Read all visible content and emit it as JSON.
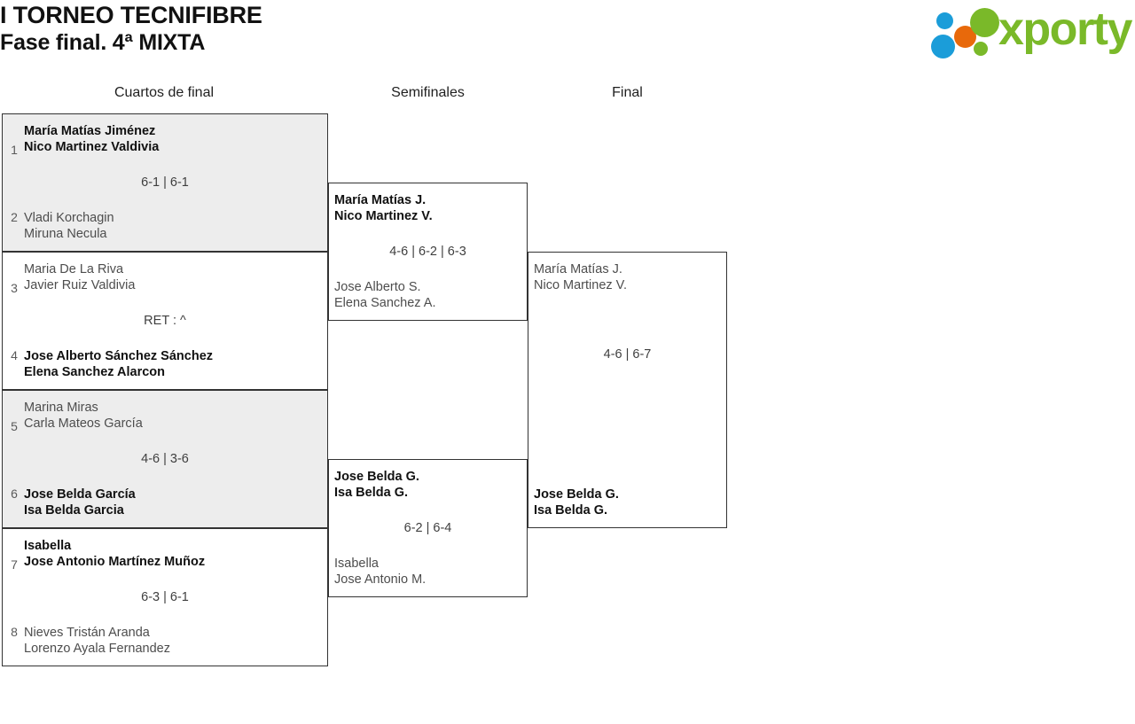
{
  "header": {
    "title_line1": "I TORNEO TECNIFIBRE",
    "title_line2": "Fase final. 4ª MIXTA",
    "logo": {
      "wordmark": "xporty",
      "icon_name": "xporty-dots-logo",
      "colors": {
        "green": "#7ab929",
        "blue": "#1b9dd9",
        "orange": "#e8690b"
      }
    }
  },
  "rounds": [
    {
      "label": "Cuartos de final"
    },
    {
      "label": "Semifinales"
    },
    {
      "label": "Final"
    }
  ],
  "bracket": {
    "quarterfinals": [
      {
        "shaded": true,
        "score": "6-1 | 6-1",
        "top": {
          "seed": "1",
          "winner": true,
          "p1": "María Matías Jiménez",
          "p2": "Nico Martinez Valdivia"
        },
        "bottom": {
          "seed": "2",
          "winner": false,
          "p1": "Vladi Korchagin",
          "p2": "Miruna Necula"
        }
      },
      {
        "shaded": false,
        "score": "RET : ^",
        "top": {
          "seed": "3",
          "winner": false,
          "p1": "Maria De La Riva",
          "p2": "Javier Ruiz Valdivia"
        },
        "bottom": {
          "seed": "4",
          "winner": true,
          "p1": "Jose Alberto Sánchez Sánchez",
          "p2": "Elena Sanchez Alarcon"
        }
      },
      {
        "shaded": true,
        "score": "4-6 | 3-6",
        "top": {
          "seed": "5",
          "winner": false,
          "p1": "Marina Miras",
          "p2": "Carla Mateos García"
        },
        "bottom": {
          "seed": "6",
          "winner": true,
          "p1": "Jose Belda García",
          "p2": "Isa Belda Garcia"
        }
      },
      {
        "shaded": false,
        "score": "6-3 | 6-1",
        "top": {
          "seed": "7",
          "winner": true,
          "p1": "Isabella",
          "p2": "Jose Antonio Martínez Muñoz"
        },
        "bottom": {
          "seed": "8",
          "winner": false,
          "p1": "Nieves Tristán Aranda",
          "p2": "Lorenzo Ayala Fernandez"
        }
      }
    ],
    "semifinals": [
      {
        "score": "4-6 | 6-2 | 6-3",
        "top": {
          "winner": true,
          "p1": "María Matías J.",
          "p2": "Nico Martinez V."
        },
        "bottom": {
          "winner": false,
          "p1": "Jose Alberto S.",
          "p2": "Elena Sanchez A."
        }
      },
      {
        "score": "6-2 | 6-4",
        "top": {
          "winner": true,
          "p1": "Jose Belda G.",
          "p2": "Isa Belda G."
        },
        "bottom": {
          "winner": false,
          "p1": "Isabella",
          "p2": "Jose Antonio M."
        }
      }
    ],
    "final": [
      {
        "score": "4-6 | 6-7",
        "top": {
          "winner": false,
          "p1": "María Matías J.",
          "p2": "Nico Martinez V."
        },
        "bottom": {
          "winner": true,
          "p1": "Jose Belda G.",
          "p2": "Isa Belda G."
        }
      }
    ]
  }
}
